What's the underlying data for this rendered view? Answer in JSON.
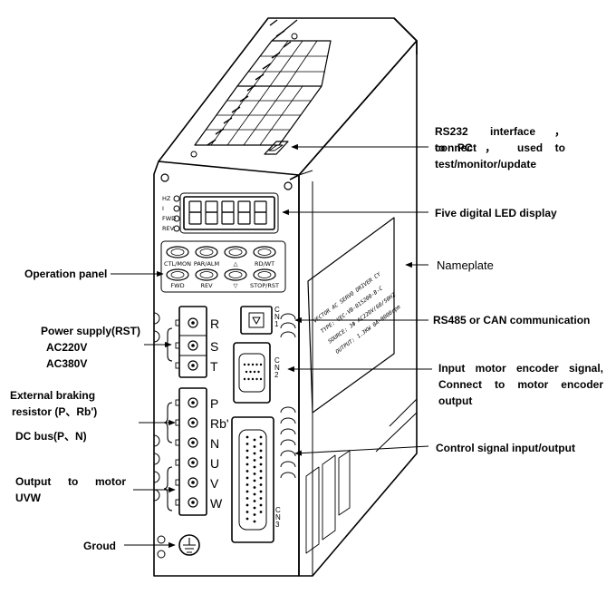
{
  "device": {
    "led_indicators": [
      "HZ",
      "I",
      "FWD",
      "REV"
    ],
    "led_digits": 5,
    "top_keys": [
      "CTL/MON",
      "PAR/ALM",
      "△",
      "RD/WT"
    ],
    "bottom_keys": [
      "FWD",
      "REV",
      "▽",
      "STOP/RST"
    ],
    "power_terminals": [
      "R",
      "S",
      "T"
    ],
    "motor_terminals": [
      "P",
      "Rb'",
      "N",
      "U",
      "V",
      "W"
    ],
    "connectors": {
      "cn1": "CN1",
      "cn2": "CN2",
      "cn3": "CN3"
    },
    "nameplate_lines": [
      "VECTOR  AC SERVO  DRIVER  CY",
      "TYPE: VEC-VB-015200-B-C",
      "SOURCE: 3Φ AC220V/60/50HZ",
      "OUTPUT: 1.3KW 0A~9000rpm"
    ]
  },
  "labels": {
    "rs232_1": "RS232 interface，connect",
    "rs232_2": "to   PC   ，   used   to",
    "rs232_3": "test/monitor/update",
    "led": "Five digital LED display",
    "nameplate": "Nameplate",
    "rs485": "RS485 or CAN communication",
    "encoder_1": "Input motor encoder signal,",
    "encoder_2": "Connect   to   motor   encoder",
    "encoder_3": "output",
    "control": "Control signal input/output",
    "operation": "Operation panel",
    "power_1": "Power supply(RST)",
    "power_2": "AC220V",
    "power_3": "AC380V",
    "braking_1": "External braking",
    "braking_2": "resistor (P、Rb')",
    "dcbus": "DC bus(P、N)",
    "output_1": "Output    to    motor",
    "output_2": "UVW",
    "ground": "Groud"
  }
}
